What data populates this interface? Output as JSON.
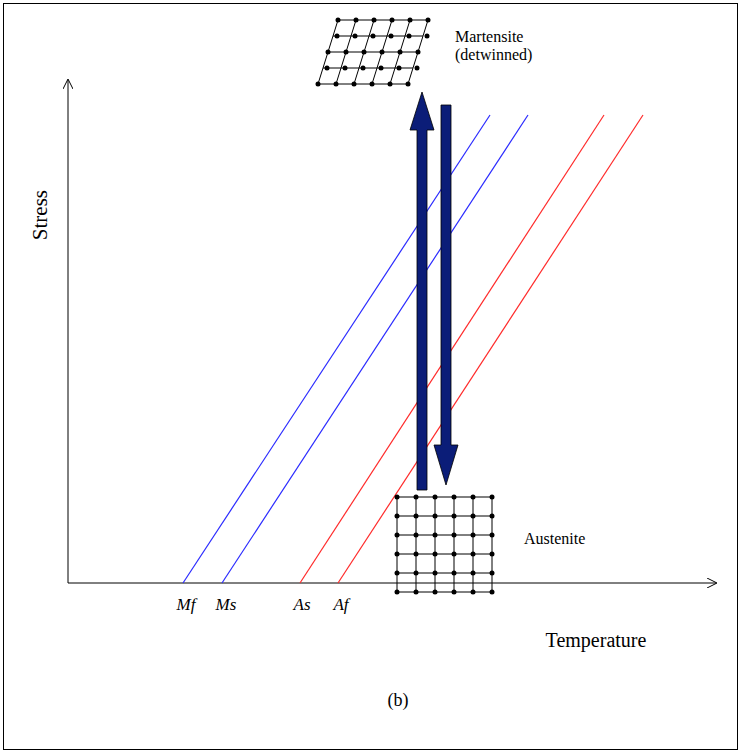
{
  "diagram": {
    "caption": "(b)",
    "labels": [
      "Martensite (detwinned)",
      "Stress",
      "Austenite",
      "Mf",
      "Ms",
      "As",
      "Af",
      "Temperature"
    ]
  }
}
